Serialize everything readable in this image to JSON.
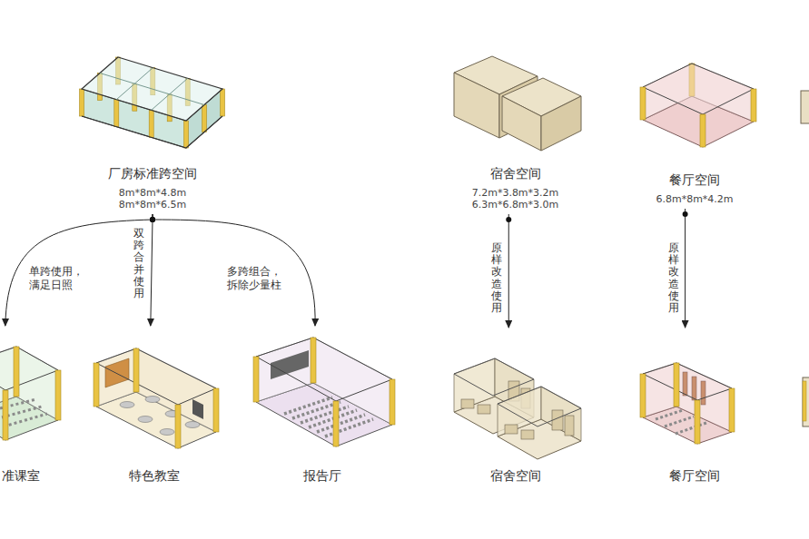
{
  "diagram": {
    "nodes": [
      {
        "text": [
          "厂房标准跨空间",
          "8m*8m*4.8m 8m*8m*6.5m"
        ]
      },
      {
        "text": [
          "准课室"
        ]
      },
      {
        "text": [
          "特色教室"
        ]
      },
      {
        "text": [
          "报告厅"
        ]
      },
      {
        "text": [
          "宿舍空间",
          "7.2m*3.8m*3.2m 6.3m*6.8m*3.0m"
        ]
      },
      {
        "text": [
          "宿舍空间"
        ]
      },
      {
        "text": [
          "餐厅空间",
          "6.8m*8m*4.2m"
        ]
      },
      {
        "text": [
          "餐厅空间"
        ]
      }
    ],
    "edges": [
      {
        "from": 0,
        "to": 1,
        "arrow": "to",
        "label": "单跨使用， 满足日照"
      },
      {
        "from": 0,
        "to": 2,
        "arrow": "to",
        "label": "双跨合并使用"
      },
      {
        "from": 0,
        "to": 3,
        "arrow": "to",
        "label": "多跨组合， 拆除少量柱"
      },
      {
        "from": 4,
        "to": 5,
        "arrow": "to",
        "label": "原样改造使用"
      },
      {
        "from": 6,
        "to": 7,
        "arrow": "to",
        "label": "原样改造使用"
      }
    ]
  }
}
